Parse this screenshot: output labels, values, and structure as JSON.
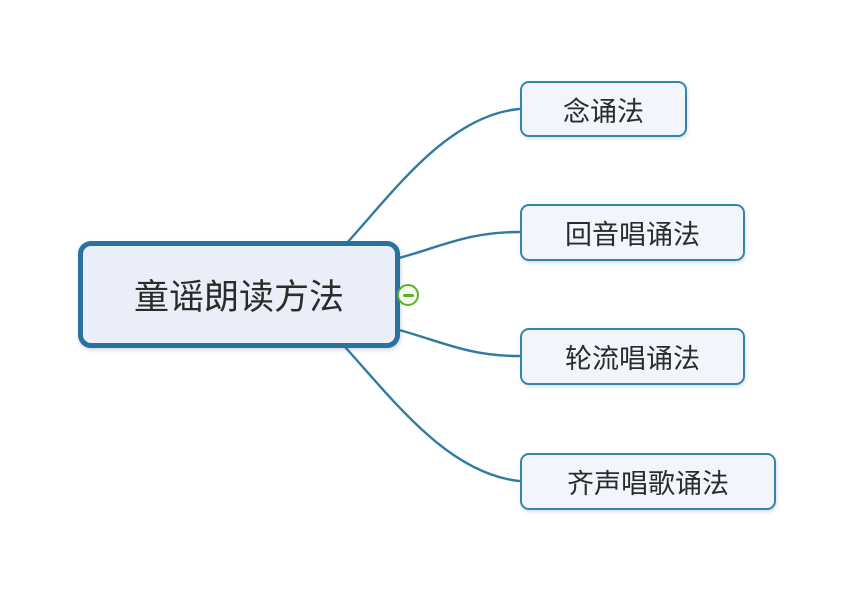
{
  "mindmap": {
    "root": {
      "label": "童谣朗读方法"
    },
    "branches": [
      {
        "label": "念诵法"
      },
      {
        "label": "回音唱诵法"
      },
      {
        "label": "轮流唱诵法"
      },
      {
        "label": "齐声唱歌诵法"
      }
    ],
    "collapse_icon": "minus-circle-icon"
  },
  "colors": {
    "root_border": "#29719f",
    "root_fill": "#e9eef8",
    "child_border": "#3386ab",
    "child_fill": "#f2f6fc",
    "connector": "#2f7ba3",
    "collapse_green": "#5fae2f",
    "collapse_fill": "#f3faeb",
    "text": "#2b2b2b",
    "background": "#ffffff"
  }
}
